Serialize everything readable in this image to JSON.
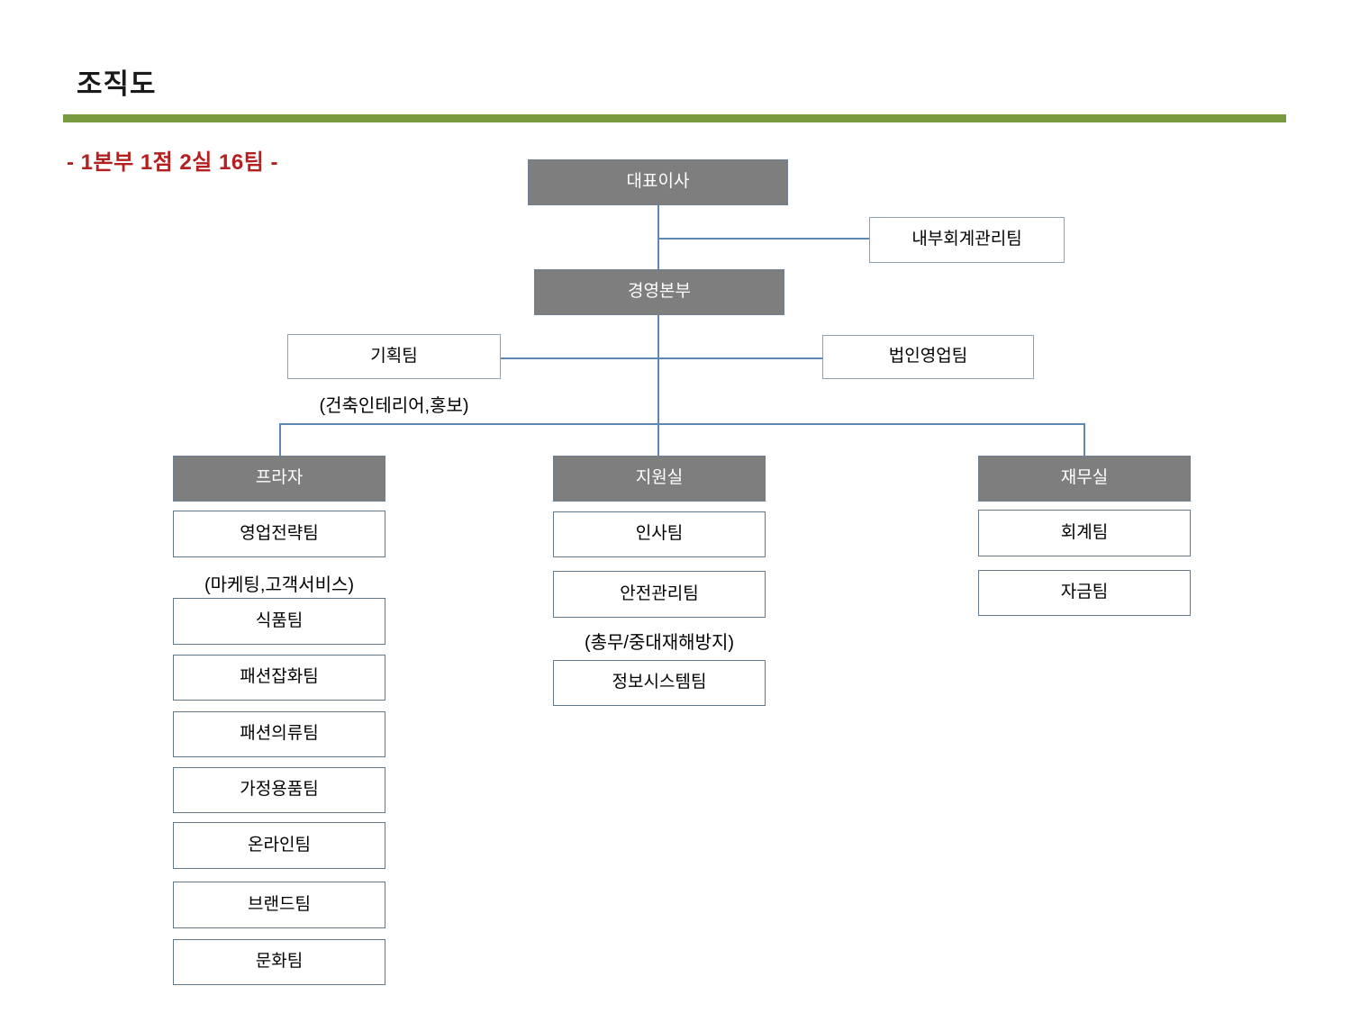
{
  "page": {
    "title": "조직도",
    "subtitle": "- 1본부 1점 2실 16팀 -"
  },
  "colors": {
    "title_text": "#1A1A1A",
    "accent_rule_green": "#7A9A40",
    "subtitle_red": "#B42020",
    "gray_node_fill": "#7E7E7E",
    "gray_node_border": "#6E8090",
    "gray_node_text": "#FFFFFF",
    "white_node_border": "#64788C",
    "white_node_border_light": "#8CA3B6",
    "connector_blue": "#5E87B4"
  },
  "nodes": {
    "ceo": "대표이사",
    "internal_audit": "내부회계관리팀",
    "mgmt_hq": "경영본부",
    "planning": "기획팀",
    "planning_note": "(건축인테리어,홍보)",
    "corp_sales": "법인영업팀",
    "plaza": "프라자",
    "support_office": "지원실",
    "finance_office": "재무실",
    "sales_strategy": "영업전략팀",
    "sales_strategy_note": "(마케팅,고객서비스)",
    "food": "식품팀",
    "fashion_goods": "패션잡화팀",
    "fashion_apparel": "패션의류팀",
    "home_goods": "가정용품팀",
    "online": "온라인팀",
    "brand": "브랜드팀",
    "culture": "문화팀",
    "hr": "인사팀",
    "safety": "안전관리팀",
    "safety_note": "(총무/중대재해방지)",
    "info_systems": "정보시스템팀",
    "accounting": "회계팀",
    "treasury": "자금팀"
  },
  "structure": {
    "ceo": [
      "internal_audit",
      "mgmt_hq"
    ],
    "mgmt_hq": [
      "planning",
      "corp_sales",
      "plaza",
      "support_office",
      "finance_office"
    ],
    "plaza": [
      "sales_strategy",
      "food",
      "fashion_goods",
      "fashion_apparel",
      "home_goods",
      "online",
      "brand",
      "culture"
    ],
    "support_office": [
      "hr",
      "safety",
      "info_systems"
    ],
    "finance_office": [
      "accounting",
      "treasury"
    ]
  }
}
